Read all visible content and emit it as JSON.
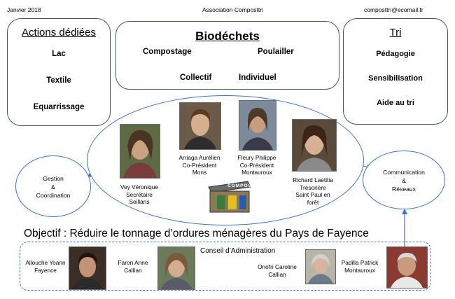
{
  "header": {
    "date": "Janvier 2018",
    "association": "Association Composttri",
    "email": "composttri@ecomail.fr"
  },
  "actions": {
    "title": "Actions dédiées",
    "items": [
      "Lac",
      "Textile",
      "Equarrissage"
    ]
  },
  "biodechets": {
    "title": "Biodéchets",
    "items": [
      "Compostage",
      "Poulailler",
      "Collectif",
      "Individuel"
    ]
  },
  "tri": {
    "title": "Tri",
    "items": [
      "Pédagogie",
      "Sensibilisation",
      "Aide au tri"
    ]
  },
  "gestion": {
    "line1": "Gestion",
    "line2": "&",
    "line3": "Coordination"
  },
  "communication": {
    "line1": "Communication",
    "line2": "&",
    "line3": "Réseaux"
  },
  "bureau": [
    {
      "name": "Vey Véronique",
      "role": "Secrétaire",
      "place": "Seillans"
    },
    {
      "name": "Arriaga Aurélien",
      "role": "Co-Président",
      "place": "Mons"
    },
    {
      "name": "Fleury Philippe",
      "role": "Co-Président",
      "place": "Montauroux"
    },
    {
      "name": "Richard Laetitia",
      "role": "Trésorière",
      "place": "Saint Paul en",
      "place2": "forêt"
    }
  ],
  "logo_text": "COMPOST TRI",
  "objectif": "Objectif : Réduire le tonnage d’ordures ménagères du Pays de Fayence",
  "conseil": {
    "title": "Conseil d’Administration",
    "members": [
      {
        "name": "Allouche Yoann",
        "place": "Fayence"
      },
      {
        "name": "Faron Anne",
        "place": "Callian"
      },
      {
        "name": "Onofri Caroline",
        "place": "Callian"
      },
      {
        "name": "Padilla Patrick",
        "place": "Montauroux"
      }
    ]
  },
  "colors": {
    "border": "#44546a",
    "accent": "#4472c4"
  }
}
